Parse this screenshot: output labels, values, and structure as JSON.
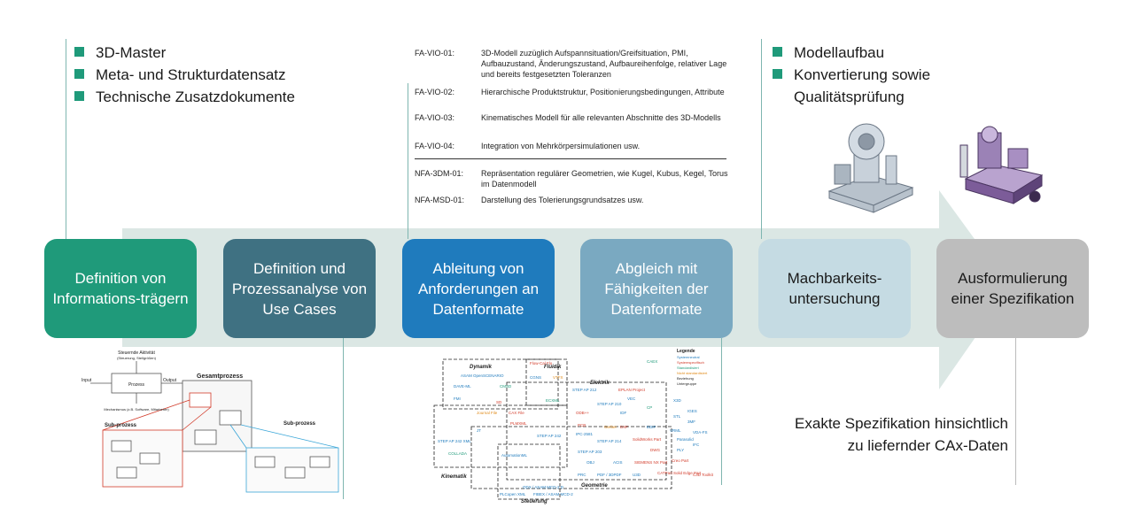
{
  "left_bullets": [
    "3D-Master",
    "Meta- und Strukturdatensatz",
    "Technische Zusatzdokumente"
  ],
  "right_bullets": [
    "Modellaufbau",
    "Konvertierung sowie Qualitätsprüfung"
  ],
  "requirements": [
    {
      "code": "FA-VIO-01:",
      "text": "3D-Modell zuzüglich Aufspannsituation/Greifsituation, PMI, Aufbauzustand, Änderungszustand, Aufbaureihenfolge, relativer Lage und bereits festgesetzten Toleranzen"
    },
    {
      "code": "FA-VIO-02:",
      "text": "Hierarchische Produktstruktur, Positionierungsbedingungen, Attribute"
    },
    {
      "code": "FA-VIO-03:",
      "text": "Kinematisches Modell für alle relevanten Abschnitte des 3D-Modells"
    },
    {
      "code": "FA-VIO-04:",
      "text": "Integration von Mehrkörpersimulationen usw."
    },
    {
      "code": "NFA-3DM-01:",
      "text": "Repräsentation regulärer Geometrien, wie Kugel, Kubus, Kegel, Torus im Datenmodell"
    },
    {
      "code": "NFA-MSD-01:",
      "text": "Darstellung des Tolerierungsgrundsatzes usw."
    }
  ],
  "steps": [
    {
      "label": "Definition von Informations-trägern",
      "color": "#1f9a7a",
      "text_color": "#ffffff"
    },
    {
      "label": "Definition und Prozessanalyse von Use Cases",
      "color": "#3f7182",
      "text_color": "#ffffff"
    },
    {
      "label": "Ableitung von Anforderungen an Datenformate",
      "color": "#1f7bbd",
      "text_color": "#ffffff"
    },
    {
      "label": "Abgleich mit Fähigkeiten der Datenformate",
      "color": "#7aa9c1",
      "text_color": "#ffffff"
    },
    {
      "label": "Machbarkeits-untersuchung",
      "color": "#c5dbe3",
      "text_color": "#1a1a1a"
    },
    {
      "label": "Ausformulierung einer Spezifikation",
      "color": "#bdbdbd",
      "text_color": "#1a1a1a"
    }
  ],
  "spec_note": "Exakte Spezifikation hinsichtlich zu liefernder CAx-Daten",
  "process_diagram": {
    "top_label": "Steuernde Aktivität",
    "top_sub": "(Steuerung, Stellgrößen)",
    "input": "Input",
    "output": "Output",
    "center": "Prozess",
    "bottom_label": "Mechanismus (z.B. Software, Mitarbeiter)",
    "gesamt": "Gesamtprozess",
    "sub_left": "Sub-prozess",
    "sub_right": "Sub-prozess"
  },
  "format_map": {
    "legend_title": "Legende",
    "legend_items": [
      "Systemneutral",
      "Systemspezifisch",
      "Standardisiert",
      "Nicht standardisiert",
      "Beziehung",
      "Untergruppe"
    ],
    "groups": [
      "Dynamik",
      "Fluidik",
      "Elektrik",
      "Kinematik",
      "Geometrie",
      "Steuerung"
    ],
    "formats": [
      {
        "t": "Flow-Cal Flo",
        "c": "#d23b2a"
      },
      {
        "t": "ASAM OpenSCENARIO",
        "c": "#1f7bbd"
      },
      {
        "t": "CGNS",
        "c": "#1f7bbd"
      },
      {
        "t": "VTFX",
        "c": "#e08b1a"
      },
      {
        "t": "DAVE-ML",
        "c": "#1f7bbd"
      },
      {
        "t": "CMSD",
        "c": "#1f9a7a"
      },
      {
        "t": "STEP AP 212",
        "c": "#1f7bbd"
      },
      {
        "t": "EPLAN Project",
        "c": "#d23b2a"
      },
      {
        "t": "CAEX",
        "c": "#1f9a7a"
      },
      {
        "t": "FMI",
        "c": "#1f7bbd"
      },
      {
        "t": "ECXML",
        "c": "#1f9a7a"
      },
      {
        "t": "SD",
        "c": "#d23b2a"
      },
      {
        "t": "STEP AP 210",
        "c": "#1f7bbd"
      },
      {
        "t": "VEC",
        "c": "#1f7bbd"
      },
      {
        "t": "Journal File",
        "c": "#e08b1a"
      },
      {
        "t": "CAX File",
        "c": "#d23b2a"
      },
      {
        "t": "ODB++",
        "c": "#d23b2a"
      },
      {
        "t": "IDF",
        "c": "#1f7bbd"
      },
      {
        "t": "CP",
        "c": "#1f9a7a"
      },
      {
        "t": "X3D",
        "c": "#1f7bbd"
      },
      {
        "t": "IGES",
        "c": "#1f7bbd"
      },
      {
        "t": "3MF",
        "c": "#1f7bbd"
      },
      {
        "t": "PLMXML",
        "c": "#d23b2a"
      },
      {
        "t": "JT",
        "c": "#1f7bbd"
      },
      {
        "t": "PCB",
        "c": "#d23b2a"
      },
      {
        "t": "IPC-2581",
        "c": "#1f7bbd"
      },
      {
        "t": "Gerber",
        "c": "#e08b1a"
      },
      {
        "t": "DXF",
        "c": "#d23b2a"
      },
      {
        "t": "EDIF",
        "c": "#1f7bbd"
      },
      {
        "t": "VRML",
        "c": "#1f7bbd"
      },
      {
        "t": "VDA-FS",
        "c": "#1f7bbd"
      },
      {
        "t": "STEP AP 242 XML",
        "c": "#1f7bbd"
      },
      {
        "t": "STEP AP 242",
        "c": "#1f7bbd"
      },
      {
        "t": "STEP AP 214",
        "c": "#1f7bbd"
      },
      {
        "t": "SolidWorks Part",
        "c": "#d23b2a"
      },
      {
        "t": "Parasolid",
        "c": "#1f7bbd"
      },
      {
        "t": "PLY",
        "c": "#1f7bbd"
      },
      {
        "t": "IFC",
        "c": "#1f7bbd"
      },
      {
        "t": "COLLADA",
        "c": "#1f9a7a"
      },
      {
        "t": "AutomationML",
        "c": "#1f7bbd"
      },
      {
        "t": "STEP AP 203",
        "c": "#1f7bbd"
      },
      {
        "t": "DWG",
        "c": "#d23b2a"
      },
      {
        "t": "Creo Part",
        "c": "#d23b2a"
      },
      {
        "t": "OBJ",
        "c": "#1f7bbd"
      },
      {
        "t": "ACIS",
        "c": "#1f7bbd"
      },
      {
        "t": "SIEMENS NX Part",
        "c": "#d23b2a"
      },
      {
        "t": "Solid Edge Part",
        "c": "#d23b2a"
      },
      {
        "t": "CATPart",
        "c": "#d23b2a"
      },
      {
        "t": "C3D Toolkit",
        "c": "#d23b2a"
      },
      {
        "t": "PRC",
        "c": "#1f7bbd"
      },
      {
        "t": "PDF / 3DPDF",
        "c": "#1f7bbd"
      },
      {
        "t": "U3D",
        "c": "#1f7bbd"
      },
      {
        "t": "STL",
        "c": "#1f7bbd"
      },
      {
        "t": "ODX / ASAM MCD-2 D",
        "c": "#1f7bbd"
      },
      {
        "t": "PLCopen XML",
        "c": "#1f7bbd"
      },
      {
        "t": "FIBEX / ASAM MCD-2",
        "c": "#1f7bbd"
      }
    ]
  },
  "colors": {
    "accent": "#1f9a7a",
    "arrow": "#dbe7e4",
    "line": "#7fb6b0"
  }
}
